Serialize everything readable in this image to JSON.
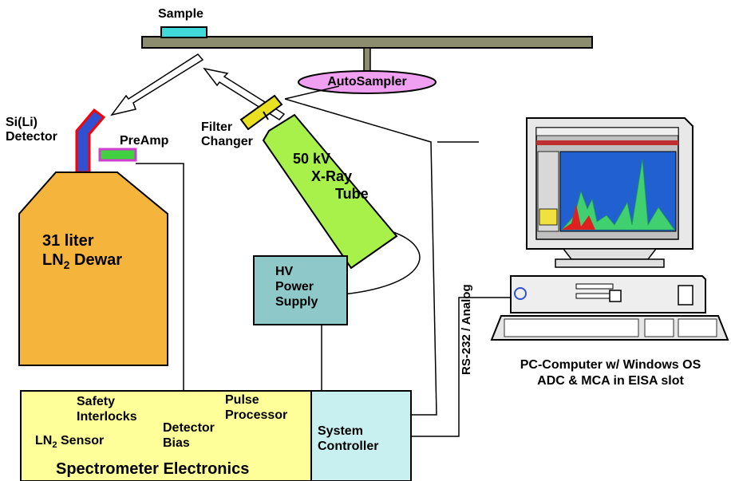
{
  "sample": {
    "label": "Sample"
  },
  "autosampler": {
    "label": "AutoSampler"
  },
  "detector": {
    "label_line1": "Si(Li)",
    "label_line2": "Detector"
  },
  "preamp": {
    "label": "PreAmp"
  },
  "filter_changer": {
    "label_line1": "Filter",
    "label_line2": "Changer"
  },
  "xray_tube": {
    "line1": "50 kV",
    "line2": "X-Ray",
    "line3": "Tube"
  },
  "dewar": {
    "line1": "31 liter",
    "line2_prefix": "LN",
    "line2_sub": "2",
    "line2_suffix": " Dewar"
  },
  "hv_supply": {
    "line1": "HV",
    "line2": "Power",
    "line3": "Supply"
  },
  "electronics": {
    "safety_line1": "Safety",
    "safety_line2": "Interlocks",
    "pulse_line1": "Pulse",
    "pulse_line2": "Processor",
    "detector_bias_line1": "Detector",
    "detector_bias_line2": "Bias",
    "ln2_prefix": "LN",
    "ln2_sub": "2",
    "ln2_suffix": " Sensor",
    "title": "Spectrometer Electronics"
  },
  "controller": {
    "line1": "System",
    "line2": "Controller"
  },
  "link": {
    "label": "RS-232 / Analog"
  },
  "computer": {
    "caption_line1": "PC-Computer w/ Windows OS",
    "caption_line2": "ADC & MCA in EISA slot"
  },
  "colors": {
    "dewar": "#f5b43c",
    "tube": "#a8f04a",
    "hv_box": "#8fc8c8",
    "electronics": "#ffff99",
    "controller": "#c8f0f0",
    "sample": "#40d8d8",
    "stage": "#8c8c6e",
    "autosampler": "#f0a0f0",
    "detector_red": "#ff0000",
    "detector_blue": "#3050d0",
    "preamp_fill": "#40d040",
    "preamp_border": "#d040d0",
    "filter": "#e8e020"
  }
}
